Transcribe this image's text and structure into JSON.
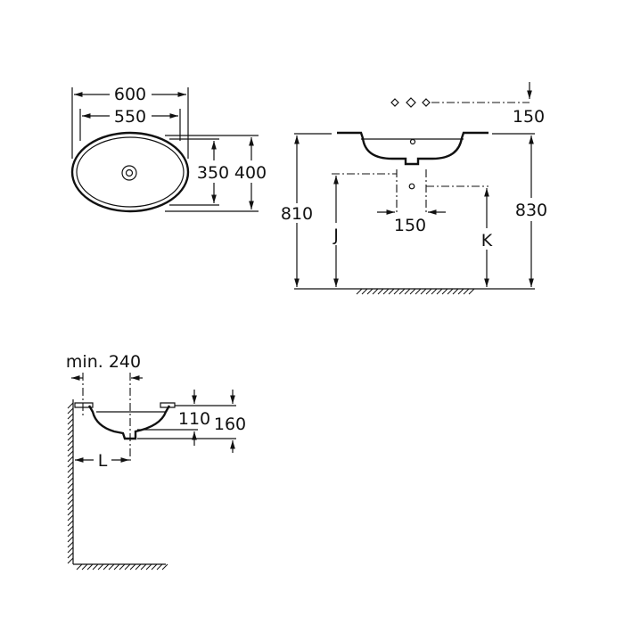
{
  "top_view": {
    "overall_length": "600",
    "inner_length": "550",
    "inner_width": "350",
    "overall_width": "400"
  },
  "front_view": {
    "tap_height": "150",
    "basin_height": "810",
    "tap_spacing": "150",
    "overall_height": "830",
    "drain_height_label": "J",
    "supply_height_label": "K"
  },
  "side_view": {
    "min_distance": "min. 240",
    "rim_height": "110",
    "total_height": "160",
    "offset_label": "L"
  }
}
